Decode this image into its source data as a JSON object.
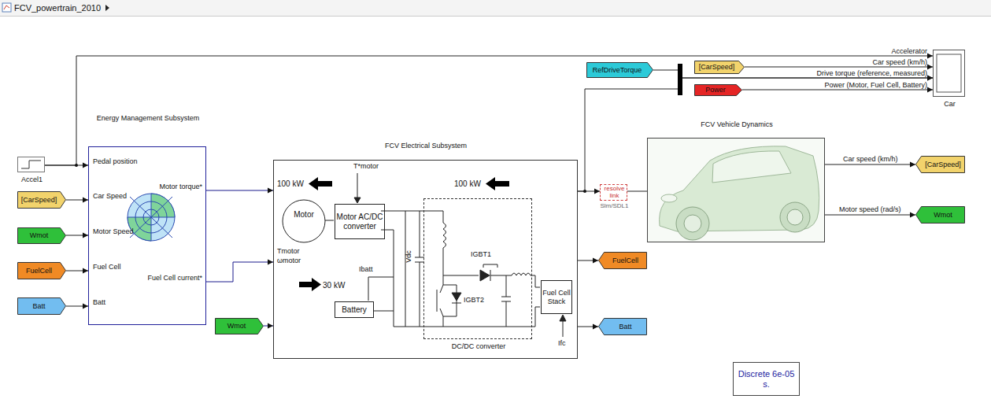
{
  "diagram": {
    "title": "FCV_powertrain_2010",
    "nodes": [
      {
        "text": [
          "Accel1"
        ]
      },
      {
        "text": [
          "[CarSpeed]"
        ]
      },
      {
        "text": [
          "Wmot"
        ]
      },
      {
        "text": [
          "FuelCell"
        ]
      },
      {
        "text": [
          "Batt"
        ]
      },
      {
        "text": [
          "Energy Management Subsystem",
          "Pedal position",
          "Car Speed",
          "Motor Speed",
          "Fuel Cell",
          "Batt",
          "Motor torque*",
          "Fuel Cell current*"
        ]
      },
      {
        "text": [
          "Wmot"
        ]
      },
      {
        "text": [
          "FCV Electrical Subsystem"
        ]
      },
      {
        "text": [
          "Motor"
        ],
        "in": 7
      },
      {
        "text": [
          "Motor AC/DC converter"
        ],
        "in": 7
      },
      {
        "text": [
          "Battery"
        ],
        "in": 7
      },
      {
        "text": [
          "DC/DC converter"
        ],
        "in": 7
      },
      {
        "text": [
          "Fuel Cell Stack"
        ],
        "in": 7
      },
      {
        "text": [
          "FuelCell"
        ]
      },
      {
        "text": [
          "Batt"
        ]
      },
      {
        "text": [
          "RefDriveTorque"
        ]
      },
      {
        "text": [
          "[CarSpeed]"
        ]
      },
      {
        "text": [
          "Power"
        ]
      },
      {
        "text": [
          "Car"
        ]
      },
      {
        "text": [
          "resolve link",
          "Slm/SDL1"
        ]
      },
      {
        "text": [
          "FCV Vehicle Dynamics"
        ]
      },
      {
        "text": [
          "[CarSpeed]"
        ]
      },
      {
        "text": [
          "Wmot"
        ]
      },
      {
        "text": [
          "Discrete 6e-05 s."
        ]
      }
    ],
    "edges": [
      {
        "from": 0,
        "to": 5,
        "arrow": "to"
      },
      {
        "from": 0,
        "to": 18,
        "arrow": "to"
      },
      {
        "from": 1,
        "to": 5,
        "arrow": "to"
      },
      {
        "from": 2,
        "to": 5,
        "arrow": "to"
      },
      {
        "from": 3,
        "to": 5,
        "arrow": "to"
      },
      {
        "from": 4,
        "to": 5,
        "arrow": "to"
      },
      {
        "from": 5,
        "to": 7,
        "arrow": "to"
      },
      {
        "from": 5,
        "to": 7,
        "arrow": "to"
      },
      {
        "from": 6,
        "to": 7,
        "arrow": "to"
      },
      {
        "from": 7,
        "to": 13,
        "arrow": "to"
      },
      {
        "from": 7,
        "to": 14,
        "arrow": "to"
      },
      {
        "from": 7,
        "to": 19,
        "arrow": "to"
      },
      {
        "from": 7,
        "to": 18,
        "arrow": "to"
      },
      {
        "from": 15,
        "to": 18,
        "arrow": "to"
      },
      {
        "from": 16,
        "to": 18,
        "arrow": "to"
      },
      {
        "from": 17,
        "to": 18,
        "arrow": "to"
      },
      {
        "from": 19,
        "to": 20,
        "arrow": "none"
      },
      {
        "from": 20,
        "to": 21,
        "label": "Car speed (km/h)",
        "arrow": "to"
      },
      {
        "from": 20,
        "to": 22,
        "label": "Motor speed (rad/s)",
        "arrow": "to"
      }
    ],
    "labels": [
      "100 kW",
      "T*motor",
      "100 kW",
      "Tmotor",
      "ωmotor",
      "Vdc",
      "IGBT1",
      "30 kW",
      "Ibatt",
      "IGBT2",
      "Ifc",
      "Accelerator",
      "Car speed (km/h)",
      "Drive torque (reference, measured)",
      "Power (Motor, Fuel Cell, Battery)"
    ]
  }
}
